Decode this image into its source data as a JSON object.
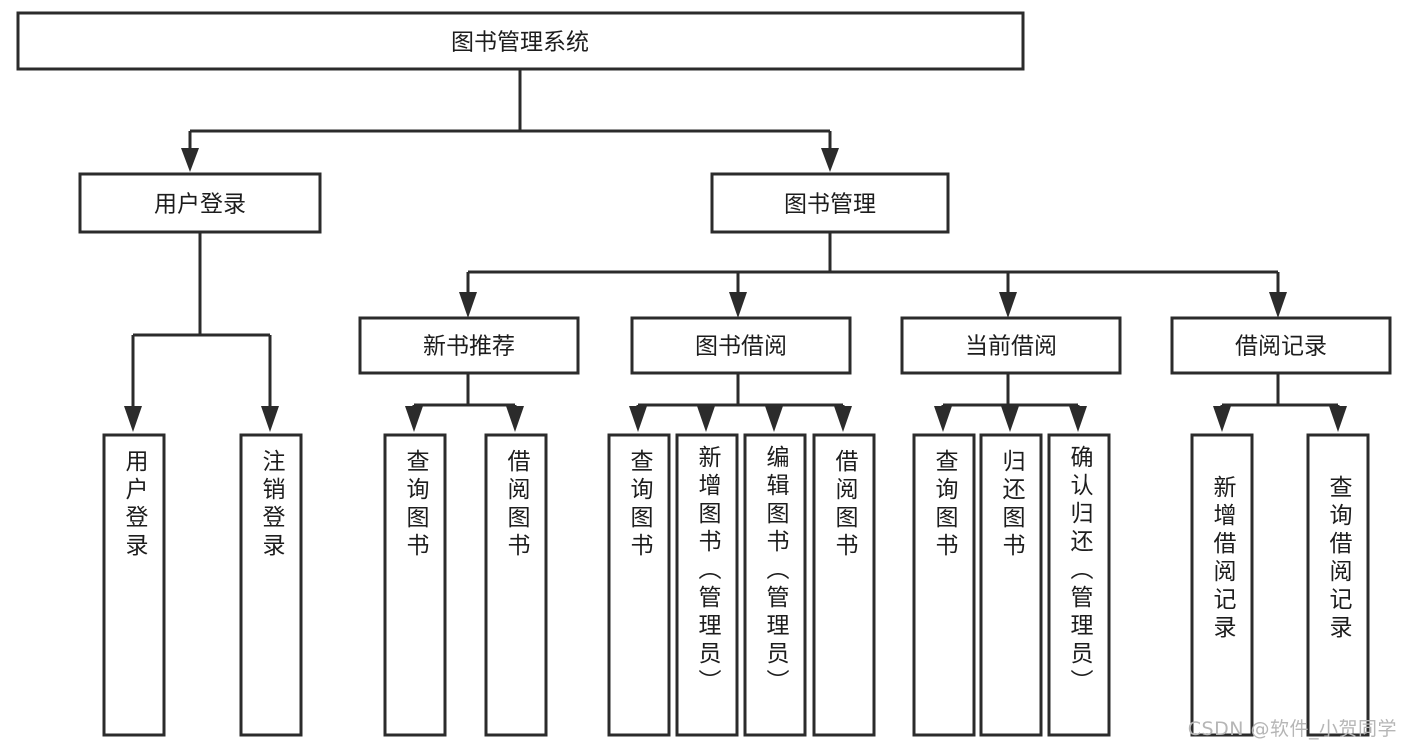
{
  "diagram": {
    "title": "图书管理系统",
    "watermark": "CSDN @软件_小贺同学",
    "colors": {
      "stroke": "#2b2b2b",
      "fill": "#ffffff",
      "text": "#1d1d1d",
      "watermark": "#b6b6b6"
    },
    "nodes": {
      "root": {
        "label": "图书管理系统",
        "orientation": "horizontal"
      },
      "level1": [
        {
          "id": "user-login",
          "label": "用户登录",
          "orientation": "horizontal"
        },
        {
          "id": "book-manage",
          "label": "图书管理",
          "orientation": "horizontal"
        }
      ],
      "level2": [
        {
          "id": "new-book-rec",
          "label": "新书推荐",
          "orientation": "horizontal"
        },
        {
          "id": "book-borrow",
          "label": "图书借阅",
          "orientation": "horizontal"
        },
        {
          "id": "current-borrow",
          "label": "当前借阅",
          "orientation": "horizontal"
        },
        {
          "id": "borrow-record",
          "label": "借阅记录",
          "orientation": "horizontal"
        }
      ],
      "leaves": [
        {
          "id": "leaf-user-login",
          "label": "用户登录",
          "parent": "user-login",
          "orientation": "vertical"
        },
        {
          "id": "leaf-user-logout",
          "label": "注销登录",
          "parent": "user-login",
          "orientation": "vertical"
        },
        {
          "id": "leaf-query-book-1",
          "label": "查询图书",
          "parent": "new-book-rec",
          "orientation": "vertical"
        },
        {
          "id": "leaf-borrow-book-1",
          "label": "借阅图书",
          "parent": "new-book-rec",
          "orientation": "vertical"
        },
        {
          "id": "leaf-query-book-2",
          "label": "查询图书",
          "parent": "book-borrow",
          "orientation": "vertical"
        },
        {
          "id": "leaf-add-book",
          "label": "新增图书（管理员）",
          "parent": "book-borrow",
          "orientation": "vertical"
        },
        {
          "id": "leaf-edit-book",
          "label": "编辑图书（管理员）",
          "parent": "book-borrow",
          "orientation": "vertical"
        },
        {
          "id": "leaf-borrow-book-2",
          "label": "借阅图书",
          "parent": "book-borrow",
          "orientation": "vertical"
        },
        {
          "id": "leaf-query-book-3",
          "label": "查询图书",
          "parent": "current-borrow",
          "orientation": "vertical"
        },
        {
          "id": "leaf-return-book",
          "label": "归还图书",
          "parent": "current-borrow",
          "orientation": "vertical"
        },
        {
          "id": "leaf-confirm-return",
          "label": "确认归还（管理员）",
          "parent": "current-borrow",
          "orientation": "vertical"
        },
        {
          "id": "leaf-add-record",
          "label": "新增借阅记录",
          "parent": "borrow-record",
          "orientation": "vertical"
        },
        {
          "id": "leaf-query-record",
          "label": "查询借阅记录",
          "parent": "borrow-record",
          "orientation": "vertical"
        }
      ]
    }
  }
}
